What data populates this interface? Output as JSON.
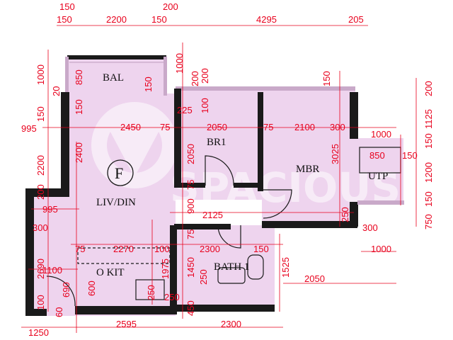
{
  "colors": {
    "floor": "#eed4ee",
    "wall": "#1a1a1a",
    "dimension": "#e8001c",
    "outline": "#c9a9c9"
  },
  "rooms": {
    "balcony": "BAL",
    "bedroom1": "BR1",
    "master_bedroom": "MBR",
    "living_dining": "LIV/DIN",
    "utility": "UTP",
    "bathroom": "BATH 1",
    "open_kitchen": "O KIT"
  },
  "unit_label": "F",
  "watermark": {
    "text": "SPACIOUS",
    "icon": "spacious-logo-icon"
  },
  "dimensions": {
    "top_row1": [
      "150",
      "200"
    ],
    "top_row2": [
      "150",
      "2200",
      "150",
      "4295",
      "205"
    ],
    "top_row3": [
      "150",
      "200"
    ],
    "left_col": [
      "1000",
      "850",
      "20",
      "150",
      "995",
      "2200",
      "200",
      "995",
      "300",
      "2690",
      "1100",
      "690",
      "100",
      "60",
      "1250"
    ],
    "interior": [
      "150",
      "225",
      "100",
      "2450",
      "75",
      "2050",
      "75",
      "2100",
      "300",
      "2400",
      "2050",
      "3025",
      "75",
      "900",
      "2125",
      "200",
      "250",
      "75",
      "2270",
      "100",
      "2300",
      "150",
      "1450",
      "1975",
      "75",
      "600",
      "250",
      "250",
      "250",
      "450",
      "1525",
      "1000",
      "300",
      "850",
      "150",
      "1000"
    ],
    "right_col": [
      "200",
      "1125",
      "150",
      "1200",
      "150",
      "750",
      "150"
    ],
    "right_extra": [
      "1000",
      "2050"
    ],
    "bottom_row": [
      "1250",
      "2595",
      "2300"
    ],
    "balcony_side": [
      "1000",
      "200",
      "150"
    ]
  }
}
